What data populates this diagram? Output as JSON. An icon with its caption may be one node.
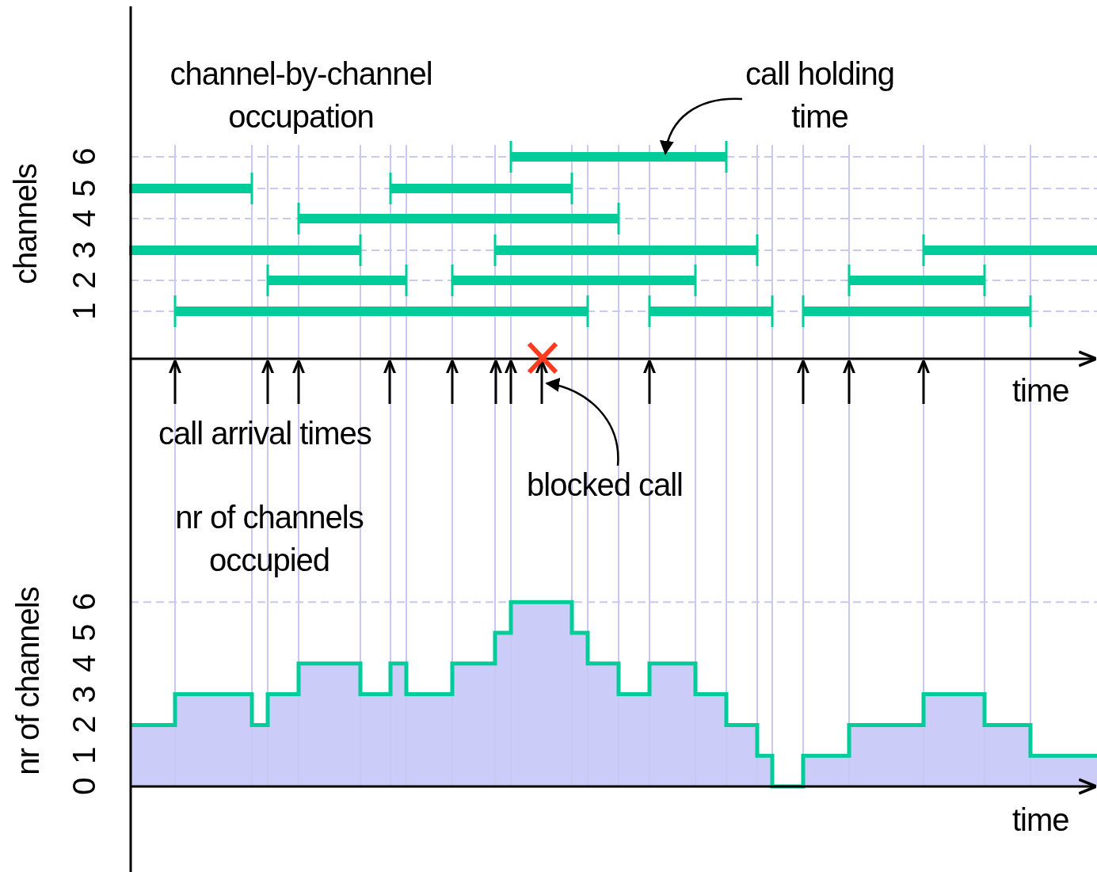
{
  "diagram": {
    "nodes": [
      {
        "text": [
          "call holding time"
        ]
      },
      {
        "text": [],
        "shape": "bar"
      },
      {
        "text": [
          "blocked call"
        ]
      },
      {
        "text": [],
        "shape": "cross"
      }
    ],
    "edges": [
      {
        "from": 0,
        "to": 1,
        "arrow": "to"
      },
      {
        "from": 2,
        "to": 3,
        "arrow": "to"
      }
    ],
    "labels": [
      "channel-by-channel occupation",
      "channels",
      "6",
      "5",
      "4",
      "3",
      "2",
      "1",
      "time",
      "call arrival times",
      "nr of channels occupied",
      "nr of channels",
      "6",
      "5",
      "4",
      "3",
      "2",
      "1",
      "0",
      "time"
    ]
  }
}
